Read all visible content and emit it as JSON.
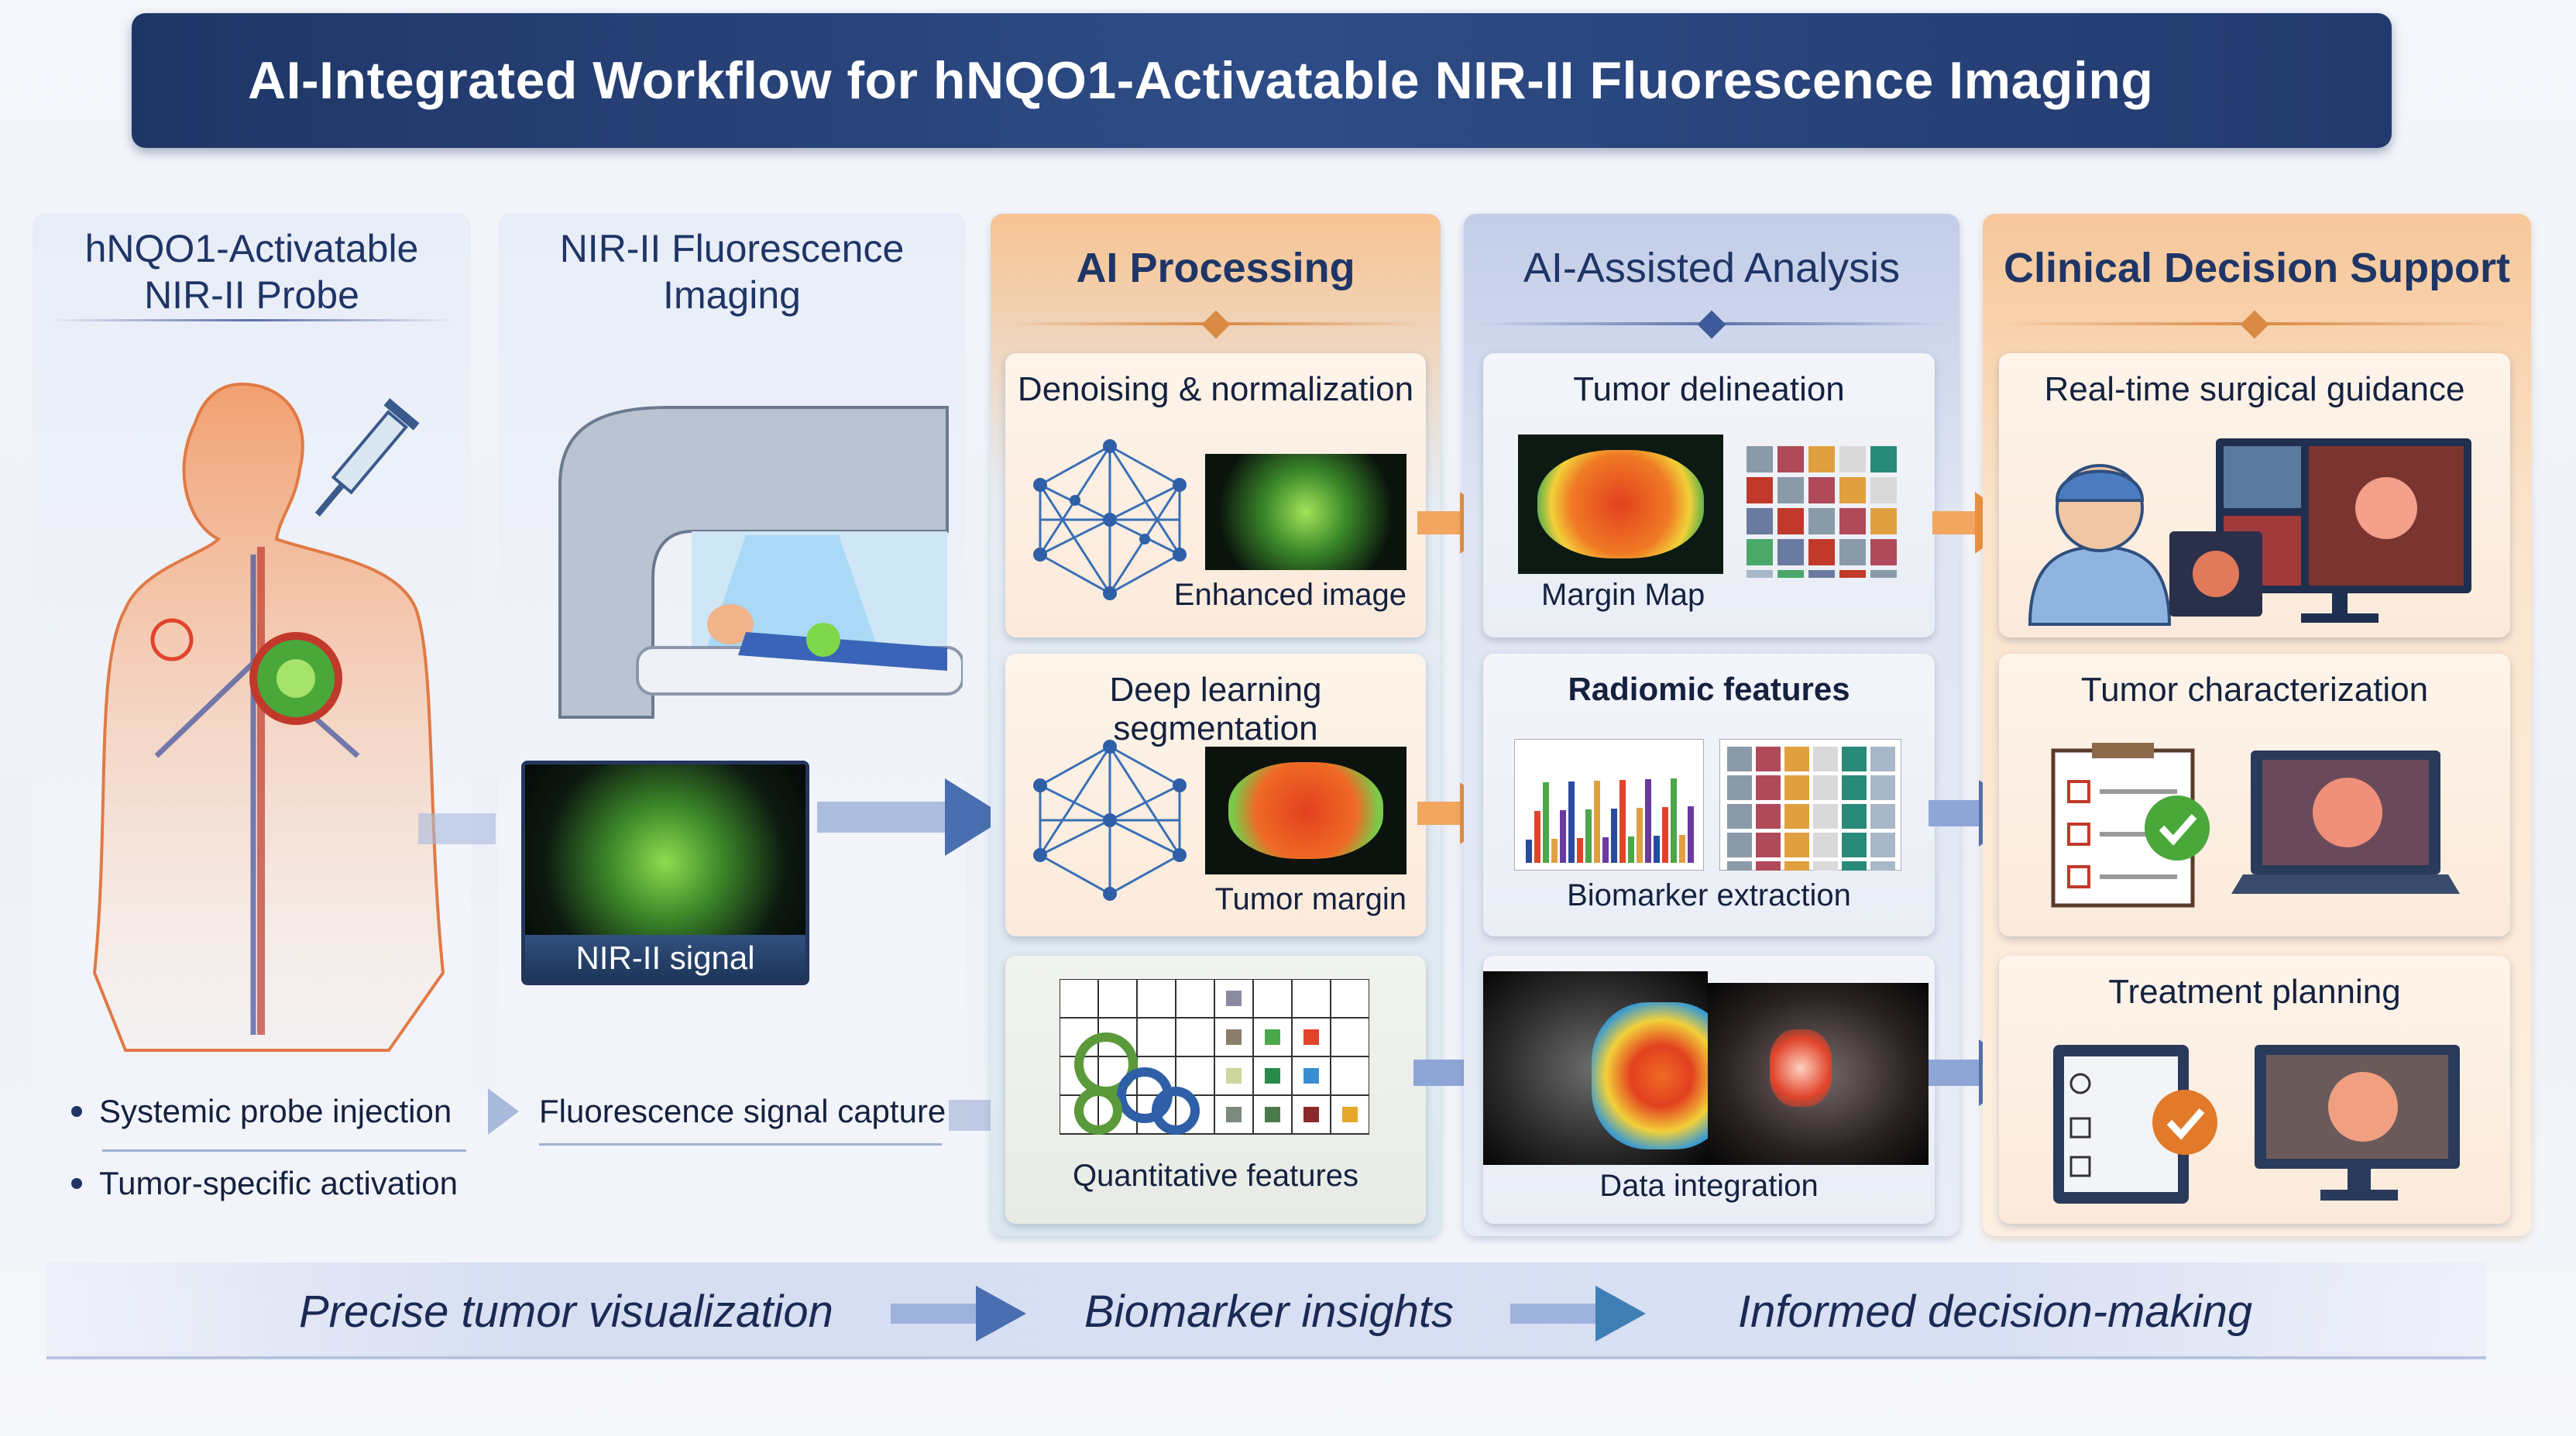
{
  "title": "AI-Integrated Workflow for hNQO1-Activatable NIR-II Fluorescence Imaging",
  "columns": {
    "probe": {
      "title_line1": "hNQO1-Activatable",
      "title_line2": "NIR-II Probe",
      "bullets": [
        "Systemic probe injection",
        "Tumor-specific activation"
      ]
    },
    "imaging": {
      "title_line1": "NIR-II Fluorescence",
      "title_line2": "Imaging",
      "signal_label": "NIR-II signal",
      "caption": "Fluorescence signal capture"
    },
    "ai_processing": {
      "title": "AI Processing",
      "cards": [
        {
          "title": "Denoising & normalization",
          "label": "Enhanced image"
        },
        {
          "title": "Deep learning segmentation",
          "label": "Tumor margin"
        },
        {
          "title": "",
          "label": "Quantitative features"
        }
      ]
    },
    "ai_analysis": {
      "title": "AI-Assisted Analysis",
      "cards": [
        {
          "title": "Tumor delineation",
          "label": "Margin Map"
        },
        {
          "title": "Radiomic features",
          "label": "Biomarker extraction"
        },
        {
          "title": "",
          "label": "Data integration"
        }
      ]
    },
    "clinical": {
      "title": "Clinical Decision Support",
      "cards": [
        {
          "title": "Real-time surgical guidance"
        },
        {
          "title": "Tumor characterization"
        },
        {
          "title": "Treatment planning"
        }
      ]
    }
  },
  "outcomes": [
    "Precise tumor visualization",
    "Biomarker insights",
    "Informed decision-making"
  ],
  "colors": {
    "navy": "#1f3566",
    "orange": "#e8903f",
    "arrow_blue": "#4a6fb0",
    "tumor_green": "#6cc53a",
    "tumor_red": "#e0442a"
  }
}
